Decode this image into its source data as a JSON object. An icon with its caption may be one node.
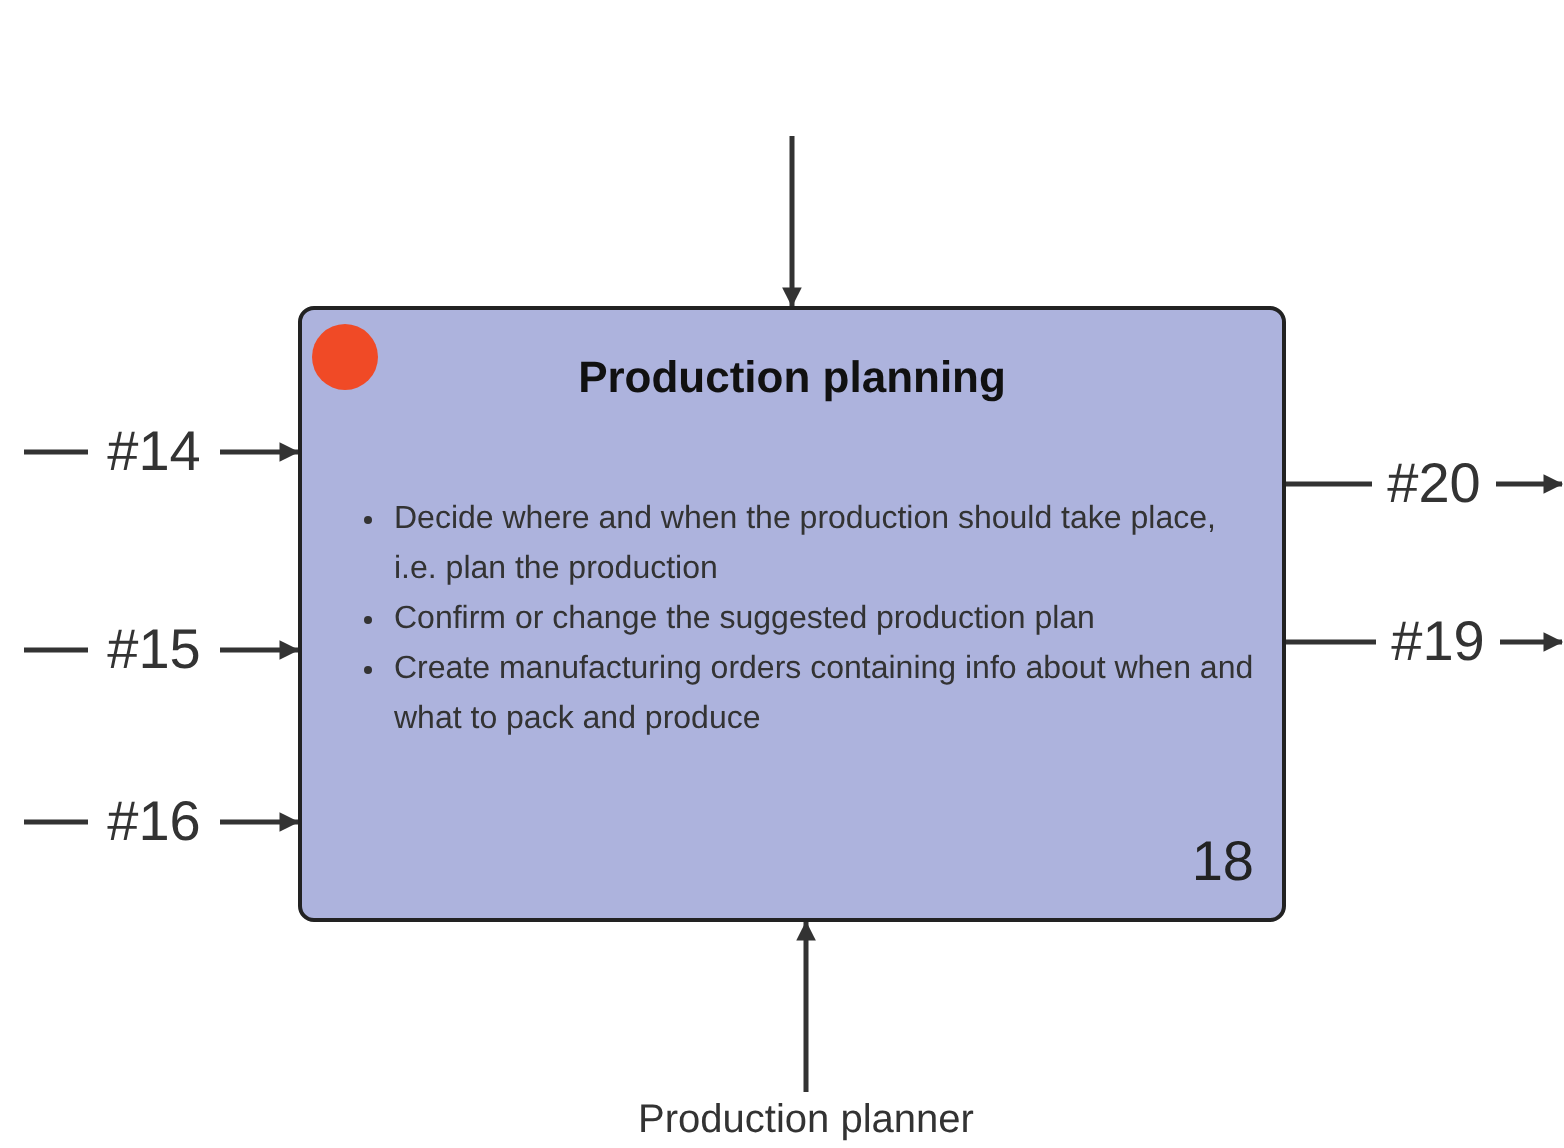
{
  "diagram": {
    "nodes": [
      {
        "text": [
          "Production planning",
          "Decide where and when the production should take place, i.e. plan the production",
          "Confirm or change the suggested production plan",
          "Create manufacturing orders containing info about when and what to pack and produce",
          "18"
        ]
      },
      {
        "text": [
          "#14"
        ]
      },
      {
        "text": [
          "#15"
        ]
      },
      {
        "text": [
          "#16"
        ]
      },
      {
        "text": [
          "#20"
        ]
      },
      {
        "text": [
          "#19"
        ]
      },
      {
        "text": [
          "Production planner"
        ]
      }
    ],
    "edges": [
      {
        "from": null,
        "to": 1,
        "arrow": "none"
      },
      {
        "from": 1,
        "to": 0,
        "arrow": "to"
      },
      {
        "from": null,
        "to": 2,
        "arrow": "none"
      },
      {
        "from": 2,
        "to": 0,
        "arrow": "to"
      },
      {
        "from": null,
        "to": 3,
        "arrow": "none"
      },
      {
        "from": 3,
        "to": 0,
        "arrow": "to"
      },
      {
        "from": 0,
        "to": 4,
        "arrow": "none"
      },
      {
        "from": 4,
        "to": null,
        "arrow": "to"
      },
      {
        "from": 0,
        "to": 5,
        "arrow": "none"
      },
      {
        "from": 5,
        "to": null,
        "arrow": "to"
      },
      {
        "from": 6,
        "to": 0,
        "arrow": "to"
      },
      {
        "from": null,
        "to": 0,
        "arrow": "to"
      }
    ]
  }
}
